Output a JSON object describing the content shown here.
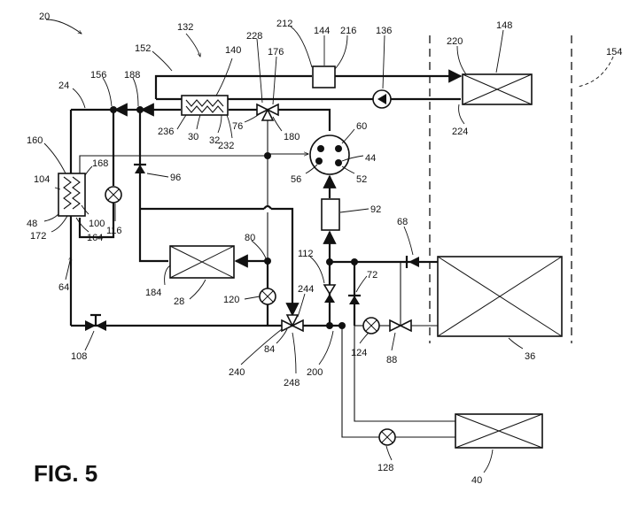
{
  "figure": {
    "title": "FIG. 5"
  },
  "labels": {
    "r20": "20",
    "r24": "24",
    "r132": "132",
    "r152": "152",
    "r140": "140",
    "r228": "228",
    "r176": "176",
    "r212": "212",
    "r144": "144",
    "r216": "216",
    "r136": "136",
    "r148": "148",
    "r220": "220",
    "r154": "154",
    "r156": "156",
    "r188": "188",
    "r236": "236",
    "r30": "30",
    "r32": "32",
    "r232": "232",
    "r76": "76",
    "r180": "180",
    "r224": "224",
    "r60": "60",
    "r44": "44",
    "r56": "56",
    "r52": "52",
    "r160": "160",
    "r168": "168",
    "r104": "104",
    "r48": "48",
    "r100": "100",
    "r116": "116",
    "r172": "172",
    "r164": "164",
    "r96": "96",
    "r92": "92",
    "r68": "68",
    "r80": "80",
    "r112": "112",
    "r72": "72",
    "r184": "184",
    "r28": "28",
    "r120": "120",
    "r244": "244",
    "r64": "64",
    "r84": "84",
    "r108": "108",
    "r240": "240",
    "r248": "248",
    "r200": "200",
    "r124": "124",
    "r88": "88",
    "r36": "36",
    "r128": "128",
    "r40": "40"
  },
  "colors": {
    "line": "#111111",
    "background": "#ffffff"
  }
}
